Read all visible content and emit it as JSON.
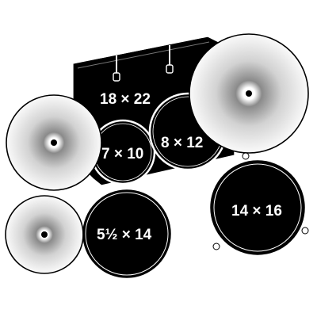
{
  "diagram": {
    "drums": [
      {
        "name": "bass-drum",
        "label": "18 × 22"
      },
      {
        "name": "tom-small",
        "label": "7 × 10"
      },
      {
        "name": "tom-medium",
        "label": "8 × 12"
      },
      {
        "name": "floor-tom",
        "label": "14 × 16"
      },
      {
        "name": "snare-drum",
        "label": "5½ × 14"
      }
    ],
    "cymbals": [
      {
        "name": "ride-cymbal"
      },
      {
        "name": "crash-cymbal"
      },
      {
        "name": "hi-hat-cymbal"
      }
    ],
    "colors": {
      "drum_head": "#000000",
      "hardware": "#ffffff",
      "cymbal_edge": "#ffffff",
      "cymbal_mid": "#9a9a9a",
      "cymbal_bell": "#000000",
      "label": "#ffffff"
    }
  }
}
